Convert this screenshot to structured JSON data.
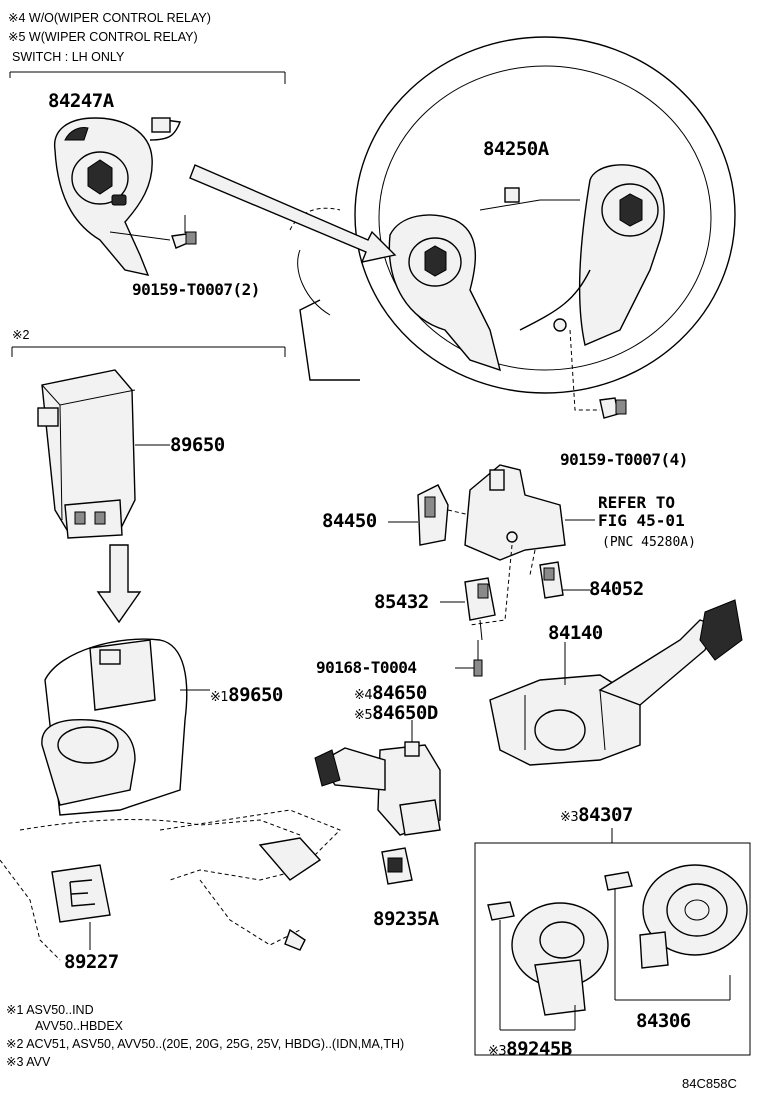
{
  "notes": {
    "top_line1": "※4 W/O(WIPER CONTROL RELAY)",
    "top_line2": "※5 W(WIPER CONTROL RELAY)",
    "top_line3": "SWITCH : LH ONLY",
    "section2_mark": "※2"
  },
  "parts": {
    "p84247A": "84247A",
    "p84250A": "84250A",
    "p90159_2": "90159-T0007(2)",
    "p90159_4": "90159-T0007(4)",
    "p89650": "89650",
    "p89650_1_mark": "※1",
    "p89650_1": "89650",
    "p84450": "84450",
    "refer_line1": "REFER TO",
    "refer_line2": "FIG 45-01",
    "refer_line3": "(PNC 45280A)",
    "p85432": "85432",
    "p84052": "84052",
    "p84140": "84140",
    "p90168": "90168-T0004",
    "p84650_mark": "※4",
    "p84650": "84650",
    "p84650D_mark": "※5",
    "p84650D": "84650D",
    "p84307_mark": "※3",
    "p84307": "84307",
    "p89235A": "89235A",
    "p89227": "89227",
    "p84306": "84306",
    "p89245B_mark": "※3",
    "p89245B": "89245B"
  },
  "footnotes": {
    "f1_line1": "※1 ASV50..IND",
    "f1_line2": "AVV50..HBDEX",
    "f2": "※2 ACV51, ASV50, AVV50..(20E, 20G, 25G, 25V, HBDG)..(IDN,MA,TH)",
    "f3": "※3 AVV"
  },
  "diagram_code": "84C858C"
}
